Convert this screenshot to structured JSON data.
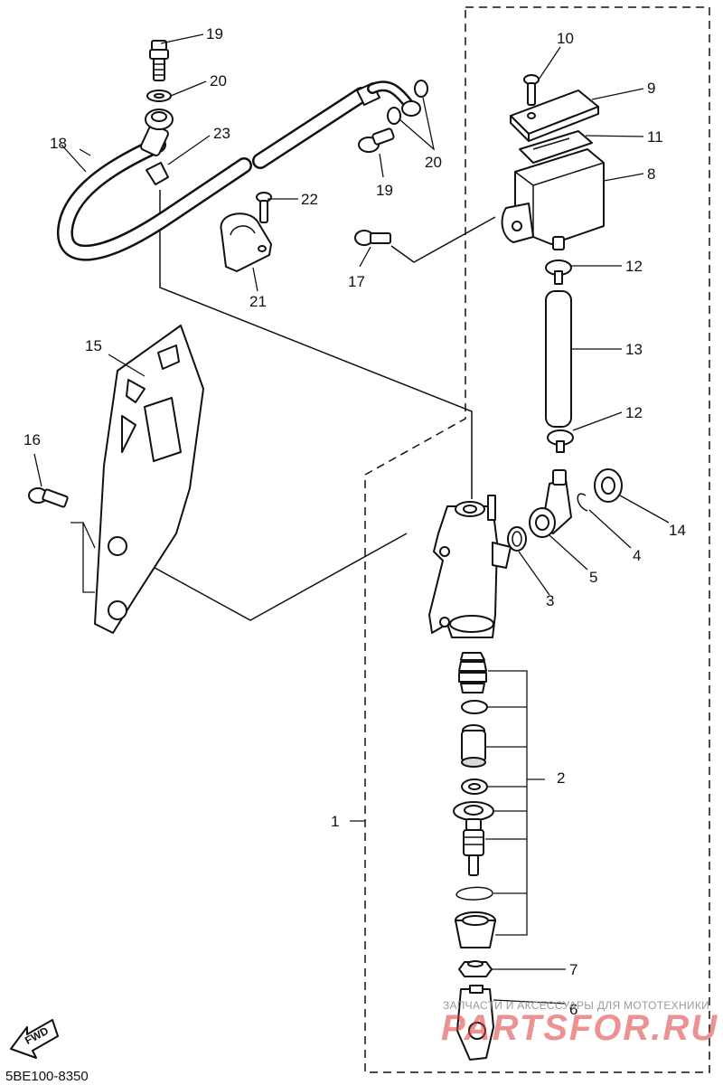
{
  "diagram_code": "5BE100-8350",
  "callouts": {
    "p1": "1",
    "p2": "2",
    "p3": "3",
    "p4": "4",
    "p5": "5",
    "p6": "6",
    "p7": "7",
    "p8": "8",
    "p9": "9",
    "p10": "10",
    "p11": "11",
    "p12a": "12",
    "p12b": "12",
    "p13": "13",
    "p14": "14",
    "p15": "15",
    "p16": "16",
    "p17": "17",
    "p18": "18",
    "p19a": "19",
    "p19b": "19",
    "p20a": "20",
    "p20b": "20",
    "p21": "21",
    "p22": "22",
    "p23": "23"
  },
  "fwd_label": "FWD",
  "watermark": {
    "top_text": "ЗАПЧАСТИ И АКСЕССУАРЫ ДЛЯ МОТОТЕХНИКИ",
    "brand_text": "PARTSFOR.RU"
  }
}
